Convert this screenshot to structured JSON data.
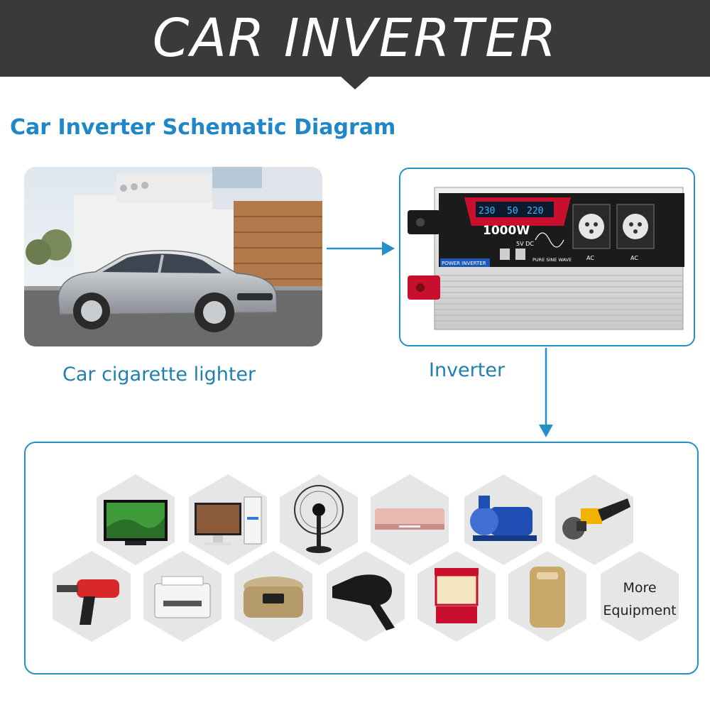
{
  "banner": {
    "title": "CAR INVERTER"
  },
  "diagram": {
    "title": "Car Inverter Schematic Diagram",
    "source_label": "Car cigarette lighter",
    "inverter_label": "Inverter",
    "inverter_device": {
      "power_rating": "1000W",
      "panel_label": "POWER INVERTER",
      "wave_label": "PURE SINE WAVE",
      "usb_label": "5V DC",
      "outlet_label": "AC",
      "display_values": [
        "230",
        "50",
        "220"
      ]
    },
    "equipment": [
      {
        "icon": "tv-icon"
      },
      {
        "icon": "desktop-computer-icon"
      },
      {
        "icon": "electric-fan-icon"
      },
      {
        "icon": "air-conditioner-icon"
      },
      {
        "icon": "water-pump-icon"
      },
      {
        "icon": "angle-grinder-icon"
      },
      {
        "icon": "power-drill-icon"
      },
      {
        "icon": "printer-icon"
      },
      {
        "icon": "rice-cooker-icon"
      },
      {
        "icon": "hair-dryer-icon"
      },
      {
        "icon": "popcorn-machine-icon"
      },
      {
        "icon": "air-purifier-icon"
      }
    ],
    "more_label_line1": "More",
    "more_label_line2": "Equipment"
  },
  "colors": {
    "banner": "#3a3a3a",
    "accent": "#1f86c8",
    "frame": "#2591c6",
    "hexagon": "#e6e6e6"
  }
}
